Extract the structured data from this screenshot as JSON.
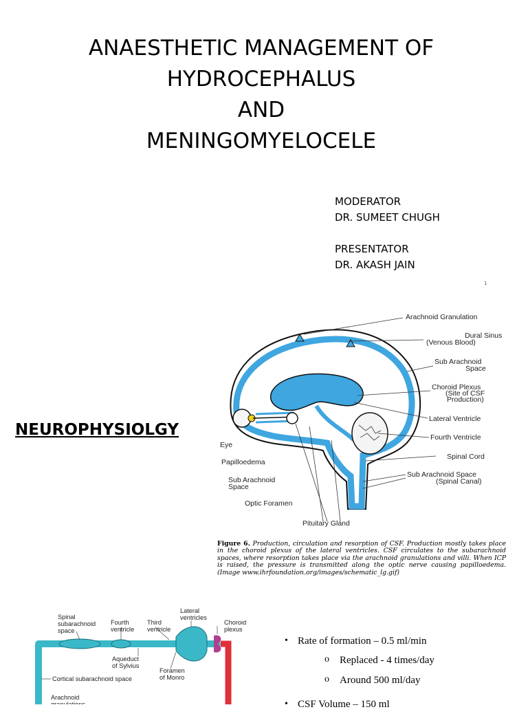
{
  "title_lines": [
    "ANAESTHETIC MANAGEMENT OF",
    "HYDROCEPHALUS",
    "AND",
    "MENINGOMYELOCELE"
  ],
  "credits": {
    "moderator_label": "MODERATOR",
    "moderator_name": "DR. SUMEET CHUGH",
    "presentator_label": "PRESENTATOR",
    "presentator_name": "DR. AKASH JAIN"
  },
  "page_number": "1",
  "section_heading": "NEUROPHYSIOLGY",
  "figure6": {
    "labels": {
      "arachnoid_granulation": "Arachnoid Granulation",
      "dural_sinus_1": "Dural Sinus",
      "dural_sinus_2": "(Venous Blood)",
      "sub_arachnoid_1": "Sub Arachnoid",
      "sub_arachnoid_2": "Space",
      "choroid_1": "Choroid Plexus",
      "choroid_2": "(Site of CSF",
      "choroid_3": "Production)",
      "lateral_ventricle": "Lateral Ventricle",
      "fourth_ventricle": "Fourth Ventricle",
      "spinal_cord": "Spinal Cord",
      "sub_arachnoid_spinal_1": "Sub Arachnoid Space",
      "sub_arachnoid_spinal_2": "(Spinal Canal)",
      "eye": "Eye",
      "papilloedema": "Papilloedema",
      "sub_arachnoid_left_1": "Sub Arachnoid",
      "sub_arachnoid_left_2": "Space",
      "optic_foramen": "Optic Foramen",
      "pituitary_gland": "Pituitary Gland"
    },
    "caption_label": "Figure 6.",
    "caption_text": " Production, circulation and resorption of CSF. Production mostly takes place in the choroid plexus of the lateral ventricles. CSF circulates to the subarachnoid spaces, where resorption takes place via the arachnoid granulations and villi. When ICP is raised, the pressure is transmitted along the optic nerve causing papilloedema.",
    "caption_source": " (Image www.ihrfoundation.org/images/schematic_lg.gif)"
  },
  "figure2": {
    "labels": {
      "spinal_1": "Spinal",
      "spinal_2": "subarachnoid",
      "spinal_3": "space",
      "fourth_1": "Fourth",
      "fourth_2": "ventricle",
      "third_1": "Third",
      "third_2": "ventricle",
      "lateral_1": "Lateral",
      "lateral_2": "ventricles",
      "choroid_1": "Choroid",
      "choroid_2": "plexus",
      "aqueduct_1": "Aqueduct",
      "aqueduct_2": "of Sylvius",
      "foramen_1": "Foramen",
      "foramen_2": "of Monro",
      "cortical": "Cortical subarachnoid space",
      "arachnoid_1": "Arachnoid",
      "arachnoid_2": "granulations"
    }
  },
  "bullets": [
    {
      "text": "Rate of formation – 0.5 ml/min",
      "sub": [
        "Replaced - 4 times/day",
        "Around 500 ml/day"
      ]
    },
    {
      "text": "CSF Volume – 150 ml",
      "sub": []
    }
  ],
  "colors": {
    "csf_blue": "#3fa6e0",
    "pathway_teal": "#3ab8c8",
    "blood_red": "#e0303a",
    "eye_yellow": "#f2d21a"
  }
}
